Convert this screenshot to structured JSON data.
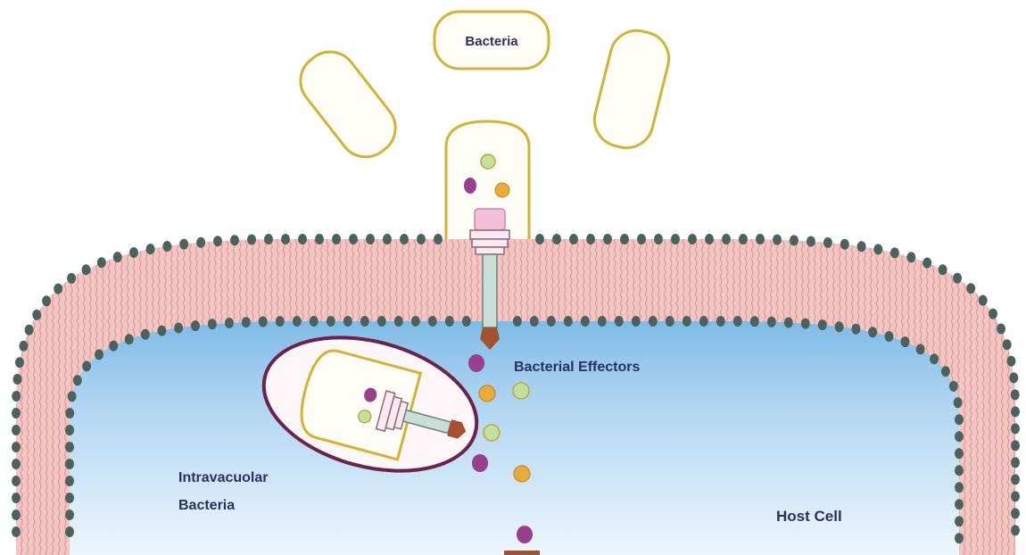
{
  "labels": {
    "bacteria": "Bacteria",
    "bacterial_effectors": "Bacterial Effectors",
    "intravacuolar_line1": "Intravacuolar",
    "intravacuolar_line2": "Bacteria",
    "host_cell": "Host Cell"
  },
  "colors": {
    "bacterium_fill": "#fefdf6",
    "bacterium_outline": "#d4b233",
    "membrane_pink": "#f3c6c4",
    "membrane_lipid_tail": "#d7918f",
    "lipid_head": "#4b635c",
    "cytoplasm_top": "#7fbbe8",
    "cytoplasm_bottom": "#f4faff",
    "vacuole_outline": "#6d2249",
    "effector_purple": "#9a3f8c",
    "effector_orange": "#e7ac3b",
    "effector_green": "#bfe39a",
    "secretion_tip": "#a4512d",
    "label_text": "#2a3160"
  }
}
